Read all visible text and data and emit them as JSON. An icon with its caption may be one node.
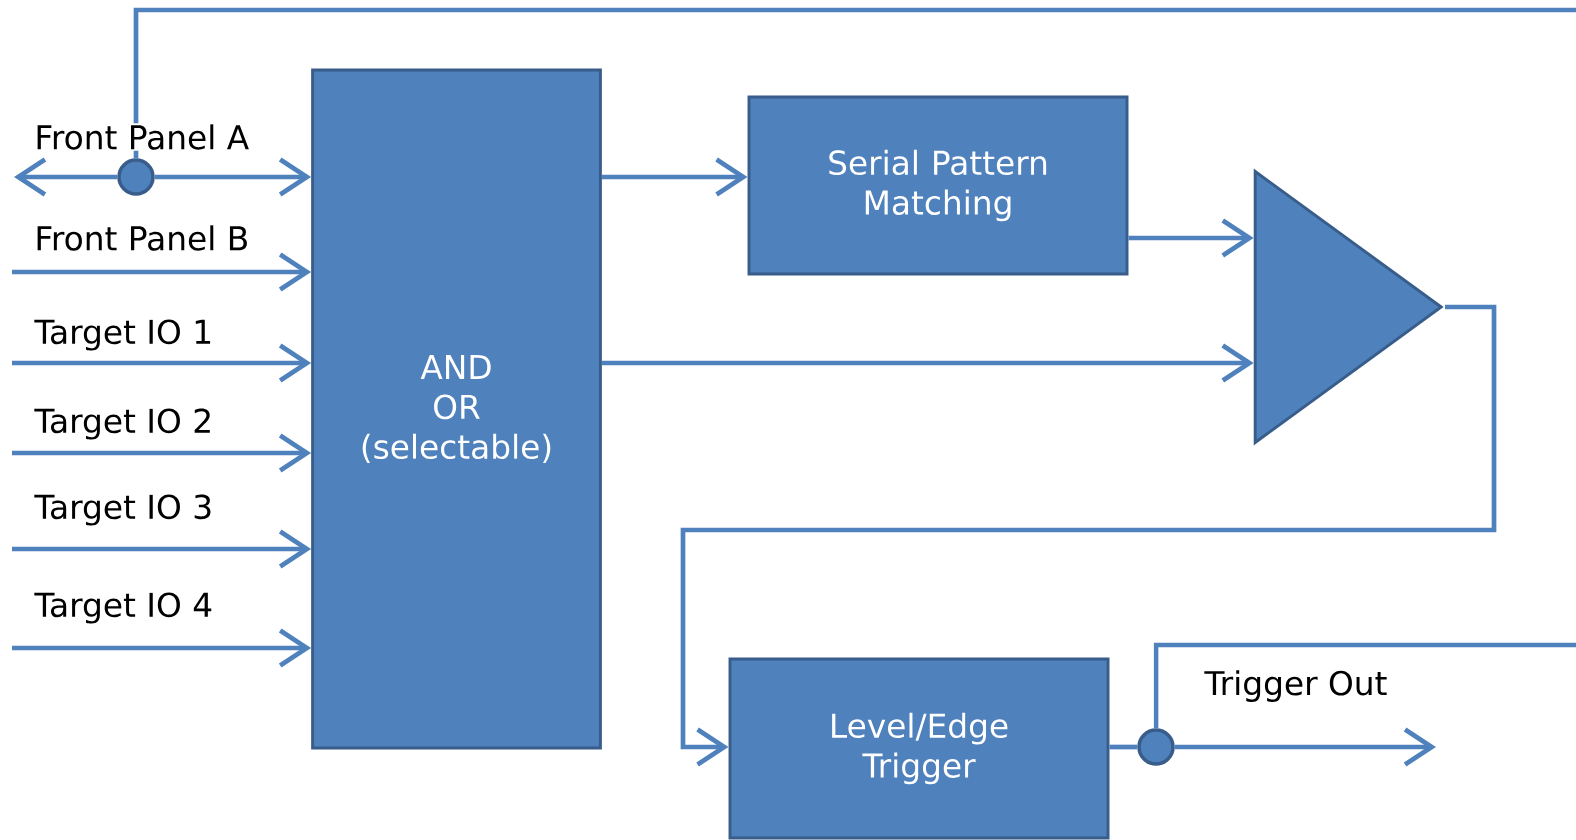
{
  "diagram": {
    "nodes": [
      {
        "text": [
          "AND",
          "OR",
          "(selectable)"
        ]
      },
      {
        "text": [
          "Serial Pattern Matching"
        ]
      },
      {
        "text": [],
        "shape": "triangle"
      },
      {
        "text": [
          "Level/Edge Trigger"
        ]
      },
      {
        "text": [],
        "shape": "circle"
      },
      {
        "text": [],
        "shape": "circle"
      }
    ],
    "edges": [
      {
        "from": 4,
        "to": 0,
        "arrow": "to",
        "label": "Front Panel A"
      },
      {
        "from": 4,
        "to": null,
        "arrow": "to"
      },
      {
        "from": 4,
        "to": null,
        "arrow": "none"
      },
      {
        "from": null,
        "to": 0,
        "arrow": "to",
        "label": "Front Panel B"
      },
      {
        "from": null,
        "to": 0,
        "arrow": "to",
        "label": "Target IO 1"
      },
      {
        "from": null,
        "to": 0,
        "arrow": "to",
        "label": "Target IO 2"
      },
      {
        "from": null,
        "to": 0,
        "arrow": "to",
        "label": "Target IO 3"
      },
      {
        "from": null,
        "to": 0,
        "arrow": "to",
        "label": "Target IO 4"
      },
      {
        "from": 0,
        "to": 1,
        "arrow": "to"
      },
      {
        "from": 1,
        "to": 2,
        "arrow": "to"
      },
      {
        "from": 0,
        "to": 2,
        "arrow": "to"
      },
      {
        "from": 2,
        "to": 3,
        "arrow": "to"
      },
      {
        "from": 3,
        "to": 5,
        "arrow": "none"
      },
      {
        "from": 5,
        "to": null,
        "arrow": "to",
        "label": "Trigger Out"
      },
      {
        "from": 5,
        "to": null,
        "arrow": "none"
      }
    ]
  }
}
